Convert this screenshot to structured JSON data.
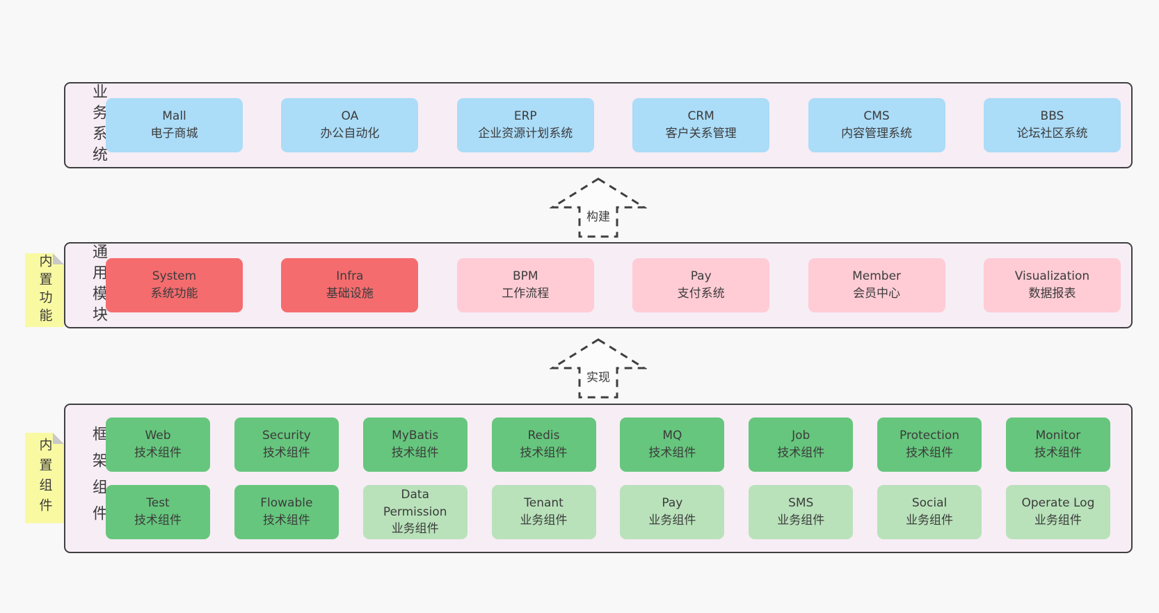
{
  "diagram": {
    "bands": {
      "business": {
        "title": "业务系统",
        "boxes": [
          {
            "name": "Mall",
            "desc": "电子商城"
          },
          {
            "name": "OA",
            "desc": "办公自动化"
          },
          {
            "name": "ERP",
            "desc": "企业资源计划系统"
          },
          {
            "name": "CRM",
            "desc": "客户关系管理"
          },
          {
            "name": "CMS",
            "desc": "内容管理系统"
          },
          {
            "name": "BBS",
            "desc": "论坛社区系统"
          }
        ]
      },
      "modules": {
        "title": "通用模块",
        "sticky": "内置功能",
        "boxes": [
          {
            "name": "System",
            "desc": "系统功能",
            "variant": "red"
          },
          {
            "name": "Infra",
            "desc": "基础设施",
            "variant": "red"
          },
          {
            "name": "BPM",
            "desc": "工作流程",
            "variant": "pink"
          },
          {
            "name": "Pay",
            "desc": "支付系统",
            "variant": "pink"
          },
          {
            "name": "Member",
            "desc": "会员中心",
            "variant": "pink"
          },
          {
            "name": "Visualization",
            "desc": "数据报表",
            "variant": "pink"
          }
        ]
      },
      "components": {
        "title": "框架组件",
        "sticky": "内置组件",
        "row1": [
          {
            "name": "Web",
            "desc": "技术组件",
            "variant": "green"
          },
          {
            "name": "Security",
            "desc": "技术组件",
            "variant": "green"
          },
          {
            "name": "MyBatis",
            "desc": "技术组件",
            "variant": "green"
          },
          {
            "name": "Redis",
            "desc": "技术组件",
            "variant": "green"
          },
          {
            "name": "MQ",
            "desc": "技术组件",
            "variant": "green"
          },
          {
            "name": "Job",
            "desc": "技术组件",
            "variant": "green"
          },
          {
            "name": "Protection",
            "desc": "技术组件",
            "variant": "green"
          },
          {
            "name": "Monitor",
            "desc": "技术组件",
            "variant": "green"
          }
        ],
        "row2": [
          {
            "name": "Test",
            "desc": "技术组件",
            "variant": "green"
          },
          {
            "name": "Flowable",
            "desc": "技术组件",
            "variant": "green"
          },
          {
            "name": "Data Permission",
            "desc": "业务组件",
            "variant": "lightgreen"
          },
          {
            "name": "Tenant",
            "desc": "业务组件",
            "variant": "lightgreen"
          },
          {
            "name": "Pay",
            "desc": "业务组件",
            "variant": "lightgreen"
          },
          {
            "name": "SMS",
            "desc": "业务组件",
            "variant": "lightgreen"
          },
          {
            "name": "Social",
            "desc": "业务组件",
            "variant": "lightgreen"
          },
          {
            "name": "Operate Log",
            "desc": "业务组件",
            "variant": "lightgreen"
          }
        ]
      }
    },
    "arrows": {
      "build": "构建",
      "implement": "实现"
    },
    "colors": {
      "page_background": "#f8f8f8",
      "band_background": "#f7edf5",
      "band_border": "#3f3f3f",
      "business_box_blue": "#abdcf8",
      "module_core_box_red": "#f56c6e",
      "module_box_pink": "#ffccd5",
      "tech_component_green": "#66c67d",
      "biz_component_light_green": "#b9e2ba",
      "sticky_note_yellow": "#f9f9a2",
      "sticky_fold_gray": "#c9c9c9",
      "text": "#3b3b3b"
    }
  }
}
